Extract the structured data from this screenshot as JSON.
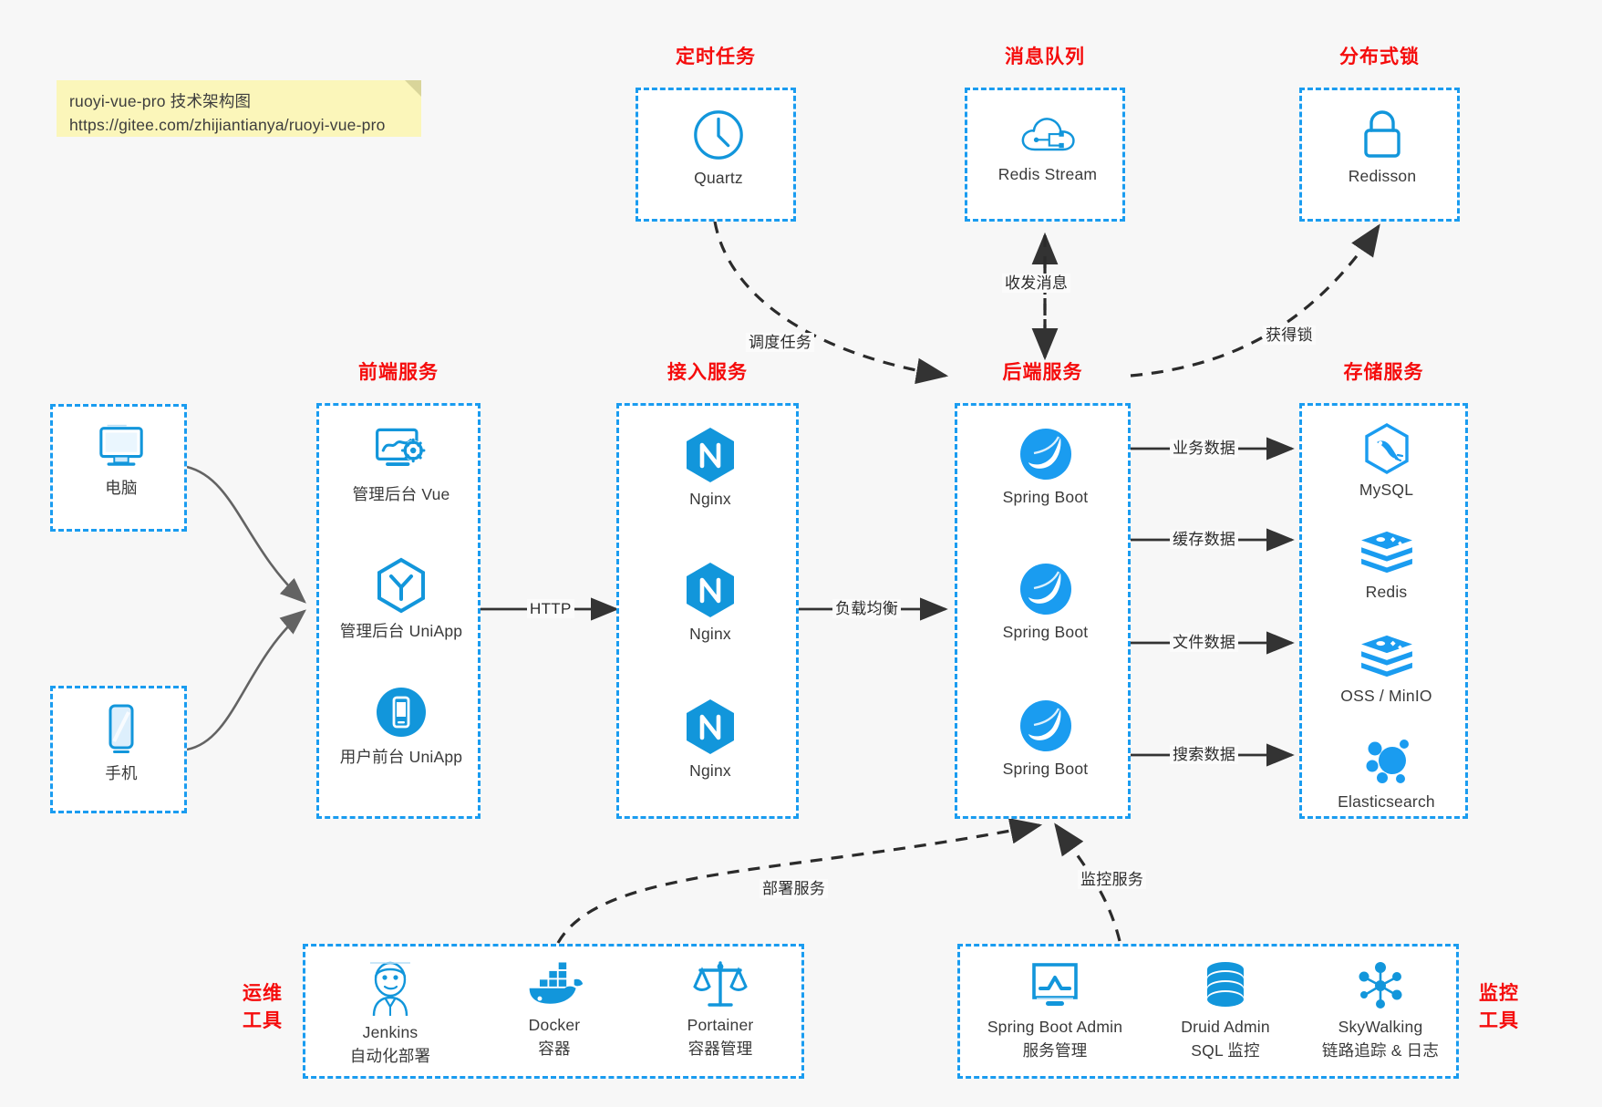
{
  "note": {
    "line1": "ruoyi-vue-pro 技术架构图",
    "line2": "https://gitee.com/zhijiantianya/ruoyi-vue-pro"
  },
  "colors": {
    "accent_blue": "#1a9cf0",
    "icon_blue": "#1296db",
    "title_red": "#f50c0c",
    "text_gray": "#3a3a3a",
    "background": "#f7f7f7",
    "note_yellow": "#fbf6ba",
    "arrow_dark": "#333333",
    "arrow_gray": "#636363"
  },
  "groups": {
    "scheduled_task": {
      "title": "定时任务"
    },
    "message_queue": {
      "title": "消息队列"
    },
    "distributed_lock": {
      "title": "分布式锁"
    },
    "frontend": {
      "title": "前端服务"
    },
    "gateway": {
      "title": "接入服务"
    },
    "backend": {
      "title": "后端服务"
    },
    "storage": {
      "title": "存储服务"
    },
    "devops": {
      "title_line1": "运维",
      "title_line2": "工具"
    },
    "monitor": {
      "title_line1": "监控",
      "title_line2": "工具"
    }
  },
  "clients": [
    {
      "label": "电脑",
      "icon": "desktop-computer-icon"
    },
    {
      "label": "手机",
      "icon": "mobile-phone-icon"
    }
  ],
  "scheduled_task_nodes": [
    {
      "label": "Quartz",
      "icon": "clock-icon"
    }
  ],
  "message_queue_nodes": [
    {
      "label": "Redis Stream",
      "icon": "cloud-stream-icon"
    }
  ],
  "distributed_lock_nodes": [
    {
      "label": "Redisson",
      "icon": "lock-icon"
    }
  ],
  "frontend_nodes": [
    {
      "label": "管理后台 Vue",
      "icon": "dashboard-gear-icon"
    },
    {
      "label": "管理后台 UniApp",
      "icon": "uniapp-hexagon-icon"
    },
    {
      "label": "用户前台 UniApp",
      "icon": "mobile-app-icon"
    }
  ],
  "gateway_nodes": [
    {
      "label": "Nginx",
      "icon": "nginx-icon"
    },
    {
      "label": "Nginx",
      "icon": "nginx-icon"
    },
    {
      "label": "Nginx",
      "icon": "nginx-icon"
    }
  ],
  "backend_nodes": [
    {
      "label": "Spring Boot",
      "icon": "spring-boot-icon"
    },
    {
      "label": "Spring Boot",
      "icon": "spring-boot-icon"
    },
    {
      "label": "Spring Boot",
      "icon": "spring-boot-icon"
    }
  ],
  "storage_nodes": [
    {
      "label": "MySQL",
      "icon": "mysql-icon"
    },
    {
      "label": "Redis",
      "icon": "redis-icon"
    },
    {
      "label": "OSS / MinIO",
      "icon": "oss-minio-icon"
    },
    {
      "label": "Elasticsearch",
      "icon": "elasticsearch-icon"
    }
  ],
  "devops_nodes": [
    {
      "label": "Jenkins",
      "sublabel": "自动化部署",
      "icon": "jenkins-icon"
    },
    {
      "label": "Docker",
      "sublabel": "容器",
      "icon": "docker-icon"
    },
    {
      "label": "Portainer",
      "sublabel": "容器管理",
      "icon": "portainer-scale-icon"
    }
  ],
  "monitor_nodes": [
    {
      "label": "Spring Boot Admin",
      "sublabel": "服务管理",
      "icon": "monitor-chart-icon"
    },
    {
      "label": "Druid Admin",
      "sublabel": "SQL 监控",
      "icon": "database-stack-icon"
    },
    {
      "label": "SkyWalking",
      "sublabel": "链路追踪 & 日志",
      "icon": "skywalking-node-icon"
    }
  ],
  "edges": [
    {
      "id": "http",
      "label": "HTTP"
    },
    {
      "id": "load-balance",
      "label": "负载均衡"
    },
    {
      "id": "schedule-task",
      "label": "调度任务"
    },
    {
      "id": "send-receive-message",
      "label": "收发消息"
    },
    {
      "id": "acquire-lock",
      "label": "获得锁"
    },
    {
      "id": "business-data",
      "label": "业务数据"
    },
    {
      "id": "cache-data",
      "label": "缓存数据"
    },
    {
      "id": "file-data",
      "label": "文件数据"
    },
    {
      "id": "search-data",
      "label": "搜索数据"
    },
    {
      "id": "deploy-service",
      "label": "部署服务"
    },
    {
      "id": "monitor-service",
      "label": "监控服务"
    }
  ]
}
